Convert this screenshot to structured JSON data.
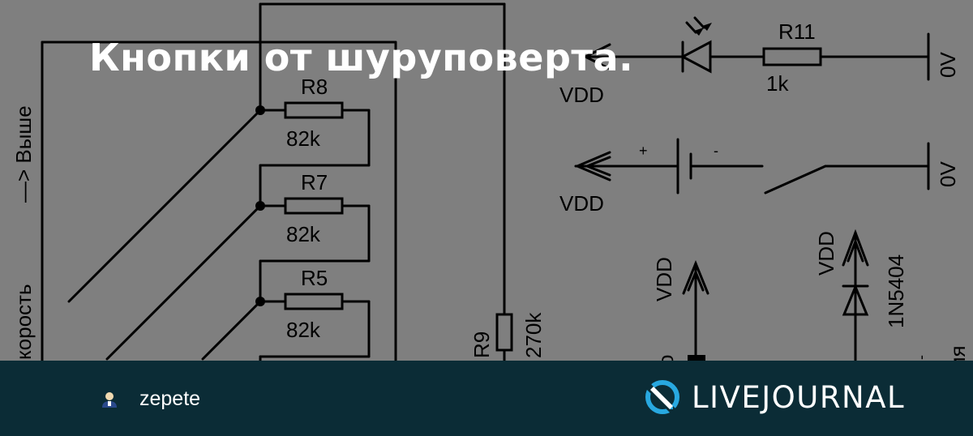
{
  "post": {
    "title": "Кнопки от шуруповерта.",
    "author": "zepete"
  },
  "brand": {
    "name": "LIVEJOURNAL",
    "accent_color": "#28a8e0",
    "footer_color": "#0b2c36",
    "icon": "livejournal-logo-icon"
  },
  "author_icon": "user-icon",
  "schematic": {
    "resistors": [
      {
        "ref": "R8",
        "value": "82k"
      },
      {
        "ref": "R7",
        "value": "82k"
      },
      {
        "ref": "R5",
        "value": "82k"
      },
      {
        "ref": "R9",
        "value": "270k"
      },
      {
        "ref": "R11",
        "value": "1k"
      }
    ],
    "diode": "1N5404",
    "vdd": "VDD",
    "ground": "0V",
    "plus": "+",
    "minus": "-",
    "speed_label": "корость",
    "higher_label": "—> Выше",
    "partial_o": "o",
    "partial_iya": "ия",
    "partial_dash": "-"
  }
}
